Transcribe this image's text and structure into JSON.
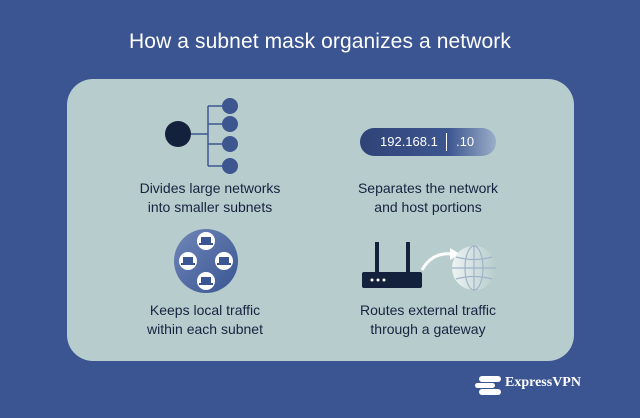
{
  "title": "How a subnet mask organizes a network",
  "cards": [
    {
      "caption_line1": "Divides large networks",
      "caption_line2": "into smaller subnets",
      "icon": "subnet-tree-icon"
    },
    {
      "caption_line1": "Separates the network",
      "caption_line2": "and host portions",
      "icon": "ip-address-pill"
    },
    {
      "caption_line1": "Keeps local traffic",
      "caption_line2": "within each subnet",
      "icon": "local-devices-icon"
    },
    {
      "caption_line1": "Routes external traffic",
      "caption_line2": "through a gateway",
      "icon": "router-globe-icon"
    }
  ],
  "ip": {
    "network": "192.168.1",
    "host": ".10"
  },
  "brand": "ExpressVPN",
  "colors": {
    "background": "#3a5592",
    "panel": "#b7cccc",
    "node": "#3d5690",
    "text": "#16233f"
  }
}
